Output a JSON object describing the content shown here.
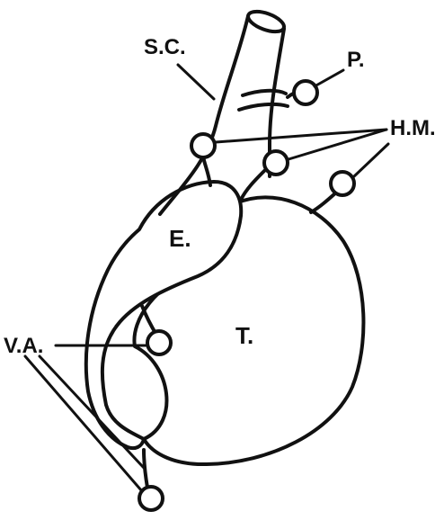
{
  "labels": {
    "sc": "S.C.",
    "p": "P.",
    "hm": "H.M.",
    "e": "E.",
    "t": "T.",
    "va": "V.A."
  },
  "colors": {
    "stroke": "#111111",
    "background": "#ffffff"
  }
}
